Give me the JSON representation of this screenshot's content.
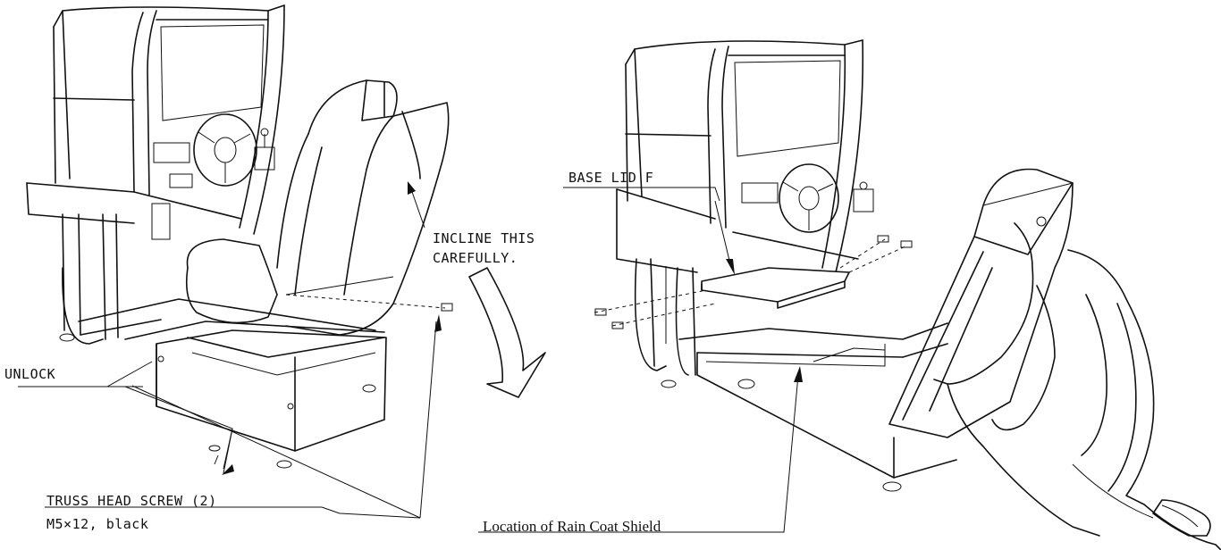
{
  "labels": {
    "unlock": "UNLOCK",
    "incline_line1": "INCLINE THIS",
    "incline_line2": "CAREFULLY.",
    "truss_line1": "TRUSS HEAD SCREW (2)",
    "truss_line2": "M5×12,  black",
    "base_lid": "BASE LID F",
    "rain_coat": "Location of Rain Coat Shield"
  },
  "colors": {
    "line": "#111111",
    "background": "#ffffff"
  }
}
